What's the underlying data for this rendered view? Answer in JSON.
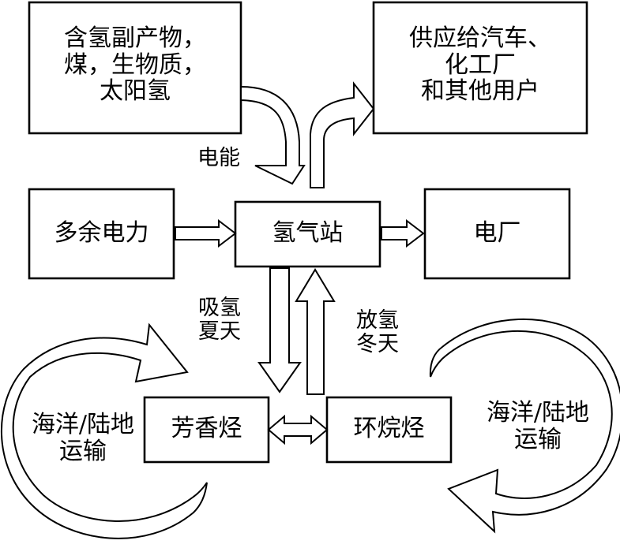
{
  "colors": {
    "stroke": "#000000",
    "fill": "#ffffff"
  },
  "boxes": {
    "sources": {
      "lines": [
        "含氢副产物，",
        "煤，生物质，",
        "太阳氢"
      ]
    },
    "users": {
      "lines": [
        "供应给汽车、",
        "化工厂",
        "和其他用户"
      ]
    },
    "surplus_power": {
      "label": "多余电力"
    },
    "station": {
      "label": "氢气站"
    },
    "power_plant": {
      "label": "电厂"
    },
    "aromatic": {
      "label": "芳香烃"
    },
    "cycloalkane": {
      "label": "环烷烃"
    }
  },
  "labels": {
    "electric_energy": "电能",
    "absorb": [
      "吸氢",
      "夏天"
    ],
    "release": [
      "放氢",
      "冬天"
    ],
    "transport_left": [
      "海洋/陆地",
      "运输"
    ],
    "transport_right": [
      "海洋/陆地",
      "运输"
    ]
  }
}
